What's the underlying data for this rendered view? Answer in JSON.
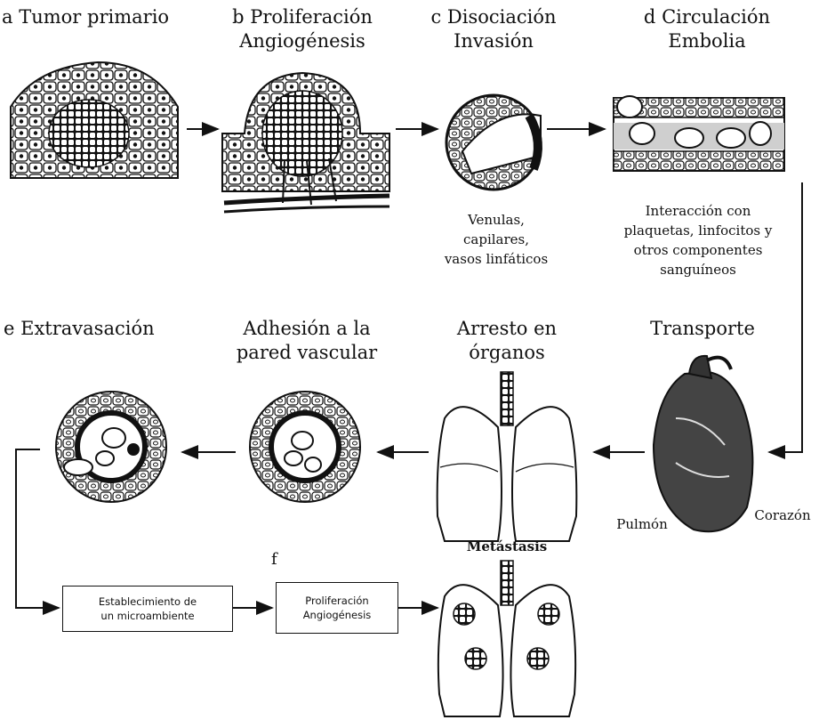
{
  "stages": {
    "a": {
      "letter": "a",
      "line1": "Tumor primario"
    },
    "b": {
      "letter": "b",
      "line1": "Proliferación",
      "line2": "Angiogénesis"
    },
    "c": {
      "letter": "c",
      "line1": "Disociación",
      "line2": "Invasión"
    },
    "d": {
      "letter": "d",
      "line1": "Circulación",
      "line2": "Embolia"
    },
    "e": {
      "letter": "e",
      "line1": "Extravasación"
    },
    "f": {
      "letter": "f"
    }
  },
  "mid_labels": {
    "adhesion": {
      "line1": "Adhesión a la",
      "line2": "pared vascular"
    },
    "arresto": {
      "line1": "Arresto en",
      "line2": "órganos"
    },
    "transporte": "Transporte",
    "metastasis": "Metástasis"
  },
  "notes": {
    "vessels": [
      "Venulas,",
      "capilares,",
      "vasos linfáticos"
    ],
    "interaction": [
      "Interacción con",
      "plaquetas, linfocitos y",
      "otros componentes",
      "sanguíneos"
    ],
    "pulmon": "Pulmón",
    "corazon": "Corazón"
  },
  "boxes": {
    "establecimiento": [
      "Establecimiento de",
      "un microambiente"
    ],
    "proliferacion": [
      "Proliferación",
      "Angiogénesis"
    ]
  }
}
